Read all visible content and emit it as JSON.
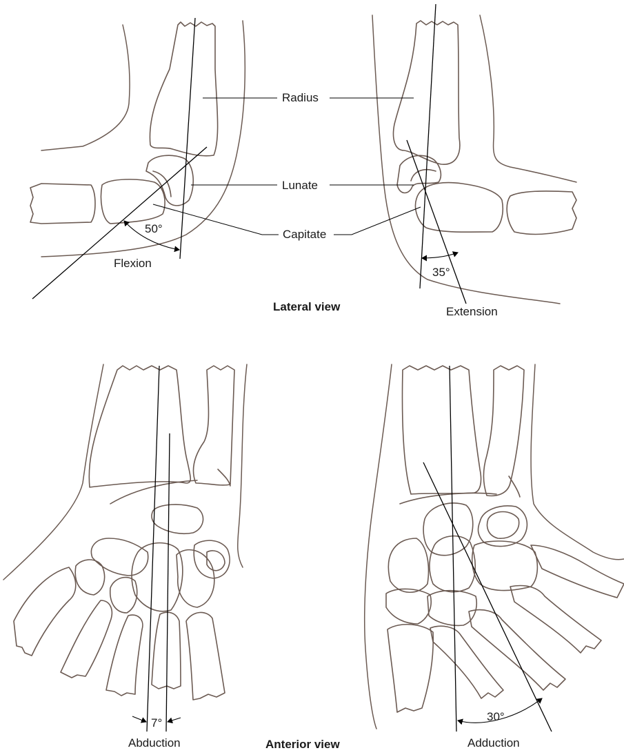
{
  "labels": {
    "radius": "Radius",
    "lunate": "Lunate",
    "capitate": "Capitate",
    "flexion_angle": "50°",
    "flexion": "Flexion",
    "extension_angle": "35°",
    "extension": "Extension",
    "lateral_view": "Lateral view",
    "abduction_angle": "7°",
    "abduction": "Abduction",
    "adduction_angle": "30°",
    "adduction": "Adduction",
    "anterior_view": "Anterior view"
  },
  "colors": {
    "bone": "#6b5a52",
    "line": "#000000",
    "text": "#1a1a1a"
  }
}
